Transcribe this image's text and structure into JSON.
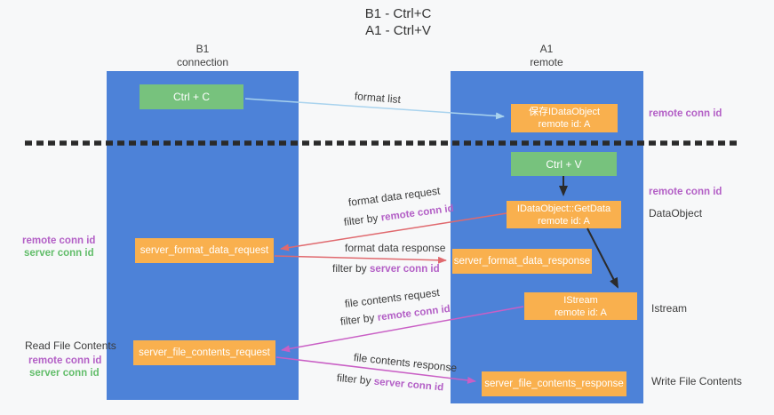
{
  "title": {
    "line1": "B1 - Ctrl+C",
    "line2": "A1 - Ctrl+V"
  },
  "columns": {
    "left": {
      "name": "B1",
      "role": "connection"
    },
    "right": {
      "name": "A1",
      "role": "remote"
    }
  },
  "boxes": {
    "ctrl_c": "Ctrl + C",
    "ctrl_v": "Ctrl + V",
    "save_idataobject": "保存IDataObject",
    "idataobject_getdata": "IDataObject::GetData",
    "istream": "IStream",
    "remote_id": "remote id: A",
    "server_format_data_request": "server_format_data_request",
    "server_format_data_response": "server_format_data_response",
    "server_file_contents_request": "server_file_contents_request",
    "server_file_contents_response": "server_file_contents_response"
  },
  "labels": {
    "format_list": "format list",
    "filter_by": "filter by",
    "remote_conn_id": "remote conn id",
    "server_conn_id": "server conn id",
    "format_data_request": "format data request",
    "format_data_response": "format data response",
    "file_contents_request": "file contents request",
    "file_contents_response": "file contents response",
    "data_object": "DataObject",
    "istream": "Istream",
    "read_file_contents": "Read File Contents",
    "write_file_contents": "Write File Contents"
  },
  "colors": {
    "background": "#f7f8f9",
    "lane_blue": "#4d82d8",
    "box_orange": "#f9b04e",
    "box_green": "#77c27d",
    "purple_text": "#b35fc6",
    "green_text": "#62bd6a",
    "arrow_red": "#e0696e",
    "arrow_magenta": "#c95fc5",
    "arrow_blue": "#a9d3ee",
    "arrow_black": "#2b2b2b",
    "dashed_line": "#2a2a2a"
  }
}
